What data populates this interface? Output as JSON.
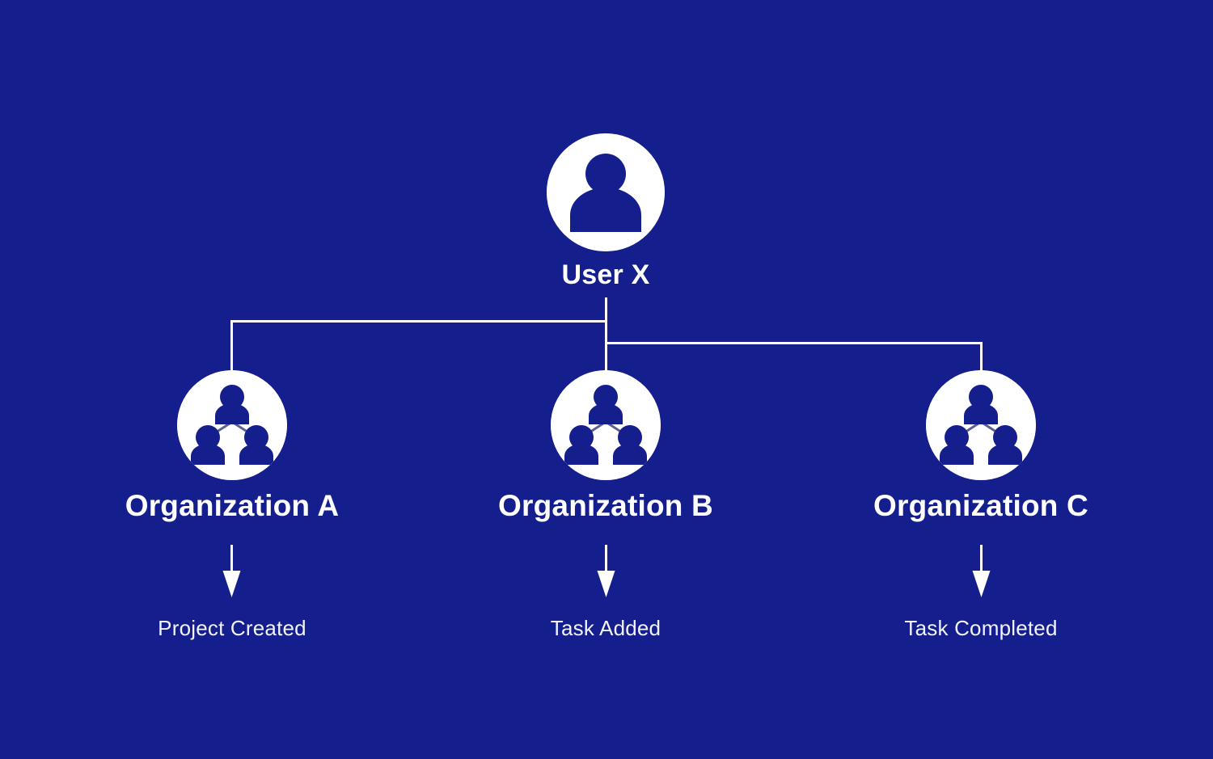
{
  "diagram": {
    "type": "hierarchy-tree",
    "background_color": "#141E8C",
    "line_color": "#FFFFFF",
    "icon_background_color": "#FFFFFF",
    "icon_foreground_color": "#141E8C",
    "text_color": "#FFFFFF",
    "root": {
      "label": "User X",
      "icon": "user-icon"
    },
    "branches": [
      {
        "label": "Organization A",
        "icon": "organization-group-icon",
        "event": "Project Created"
      },
      {
        "label": "Organization B",
        "icon": "organization-group-icon",
        "event": "Task Added"
      },
      {
        "label": "Organization C",
        "icon": "organization-group-icon",
        "event": "Task Completed"
      }
    ]
  }
}
